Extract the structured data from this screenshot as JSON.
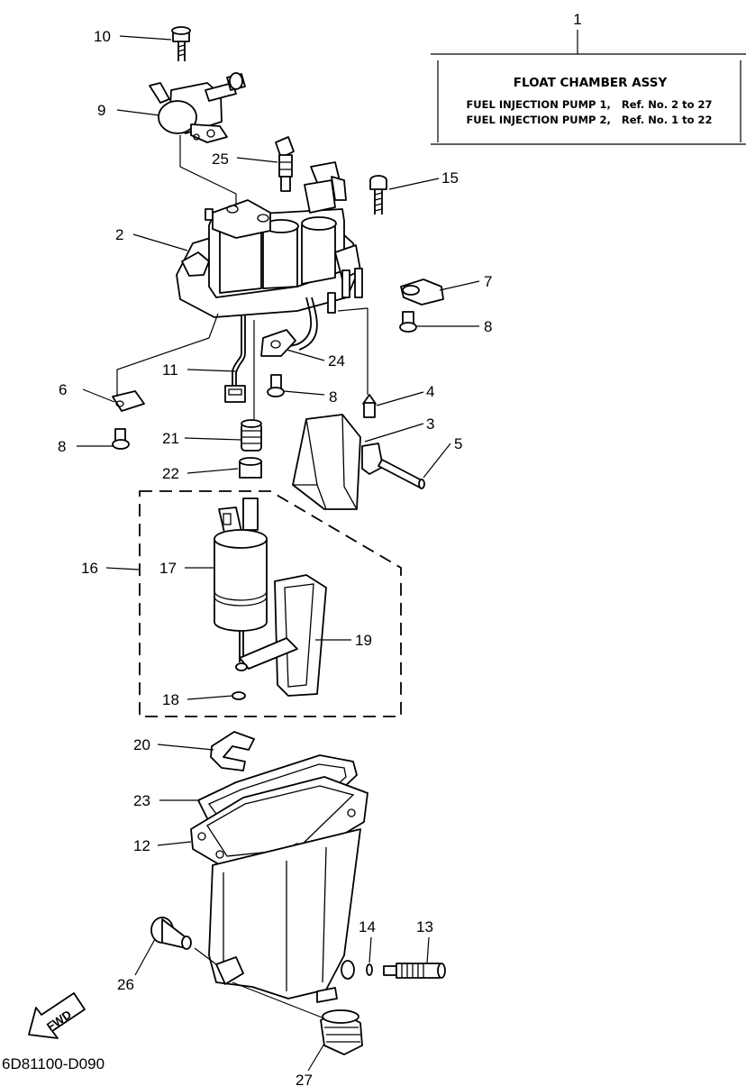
{
  "assembly_box": {
    "number": "1",
    "title": "FLOAT CHAMBER ASSY",
    "line1": "FUEL INJECTION PUMP 1,   Ref. No. 2 to 27",
    "line2": "FUEL INJECTION PUMP 2,   Ref. No. 1 to 22"
  },
  "callouts": {
    "n2": "2",
    "n3": "3",
    "n4": "4",
    "n5": "5",
    "n6": "6",
    "n7": "7",
    "n8a": "8",
    "n8b": "8",
    "n8c": "8",
    "n9": "9",
    "n10": "10",
    "n11": "11",
    "n12": "12",
    "n13": "13",
    "n14": "14",
    "n15": "15",
    "n16": "16",
    "n17": "17",
    "n18": "18",
    "n19": "19",
    "n20": "20",
    "n21": "21",
    "n22": "22",
    "n23": "23",
    "n24": "24",
    "n25": "25",
    "n26": "26",
    "n27": "27"
  },
  "fwd_label": "FWD",
  "figure_code": "6D81100-D090",
  "icons": {
    "fwd": "arrow-left-down-icon"
  }
}
